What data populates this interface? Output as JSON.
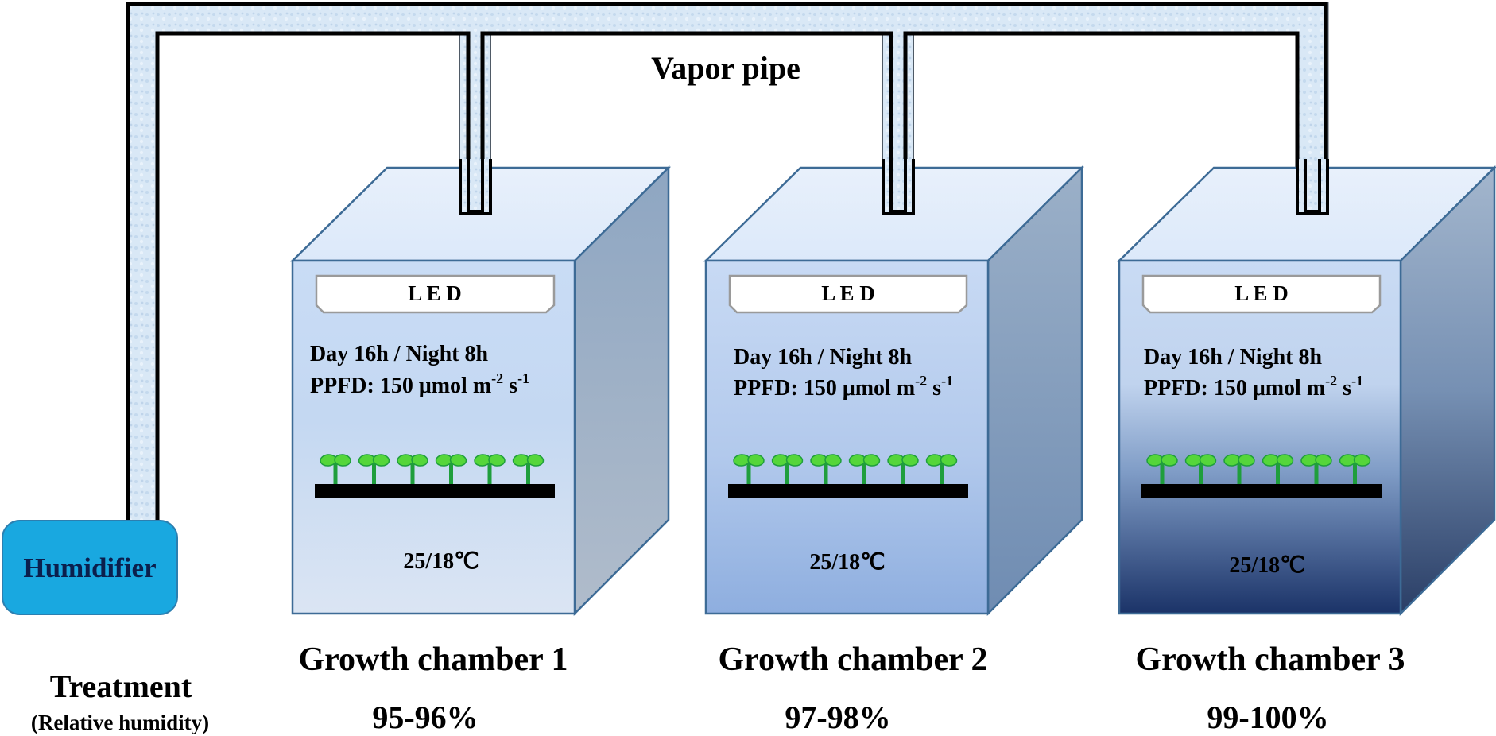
{
  "pipe_label": "Vapor pipe",
  "humidifier_label": "Humidifier",
  "treatment": {
    "title": "Treatment",
    "subtitle": "(Relative humidity)"
  },
  "chambers": [
    {
      "led_label": "L E D",
      "photoperiod": "Day 16h / Night 8h",
      "ppfd_prefix": "PPFD: 150 μmol m",
      "ppfd_exp1": "-2",
      "ppfd_mid": " s",
      "ppfd_exp2": "-1",
      "temperature": "25/18℃",
      "name": "Growth chamber 1",
      "humidity": "95-96%"
    },
    {
      "led_label": "L E D",
      "photoperiod": "Day 16h / Night 8h",
      "ppfd_prefix": "PPFD: 150 μmol m",
      "ppfd_exp1": "-2",
      "ppfd_mid": " s",
      "ppfd_exp2": "-1",
      "temperature": "25/18℃",
      "name": "Growth chamber 2",
      "humidity": "97-98%"
    },
    {
      "led_label": "L E D",
      "photoperiod": "Day 16h / Night 8h",
      "ppfd_prefix": "PPFD: 150 μmol m",
      "ppfd_exp1": "-2",
      "ppfd_mid": " s",
      "ppfd_exp2": "-1",
      "temperature": "25/18℃",
      "name": "Growth chamber 3",
      "humidity": "99-100%"
    }
  ],
  "colors": {
    "pipe_fill": "#d6e6f5",
    "pipe_outline": "#000000",
    "humidifier_fill": "#19a8e0",
    "chamber_outline": "#3d6b96",
    "seedling_leaf": "#55d63a",
    "seedling_stem": "#1f9e3c",
    "tray": "#000000"
  }
}
